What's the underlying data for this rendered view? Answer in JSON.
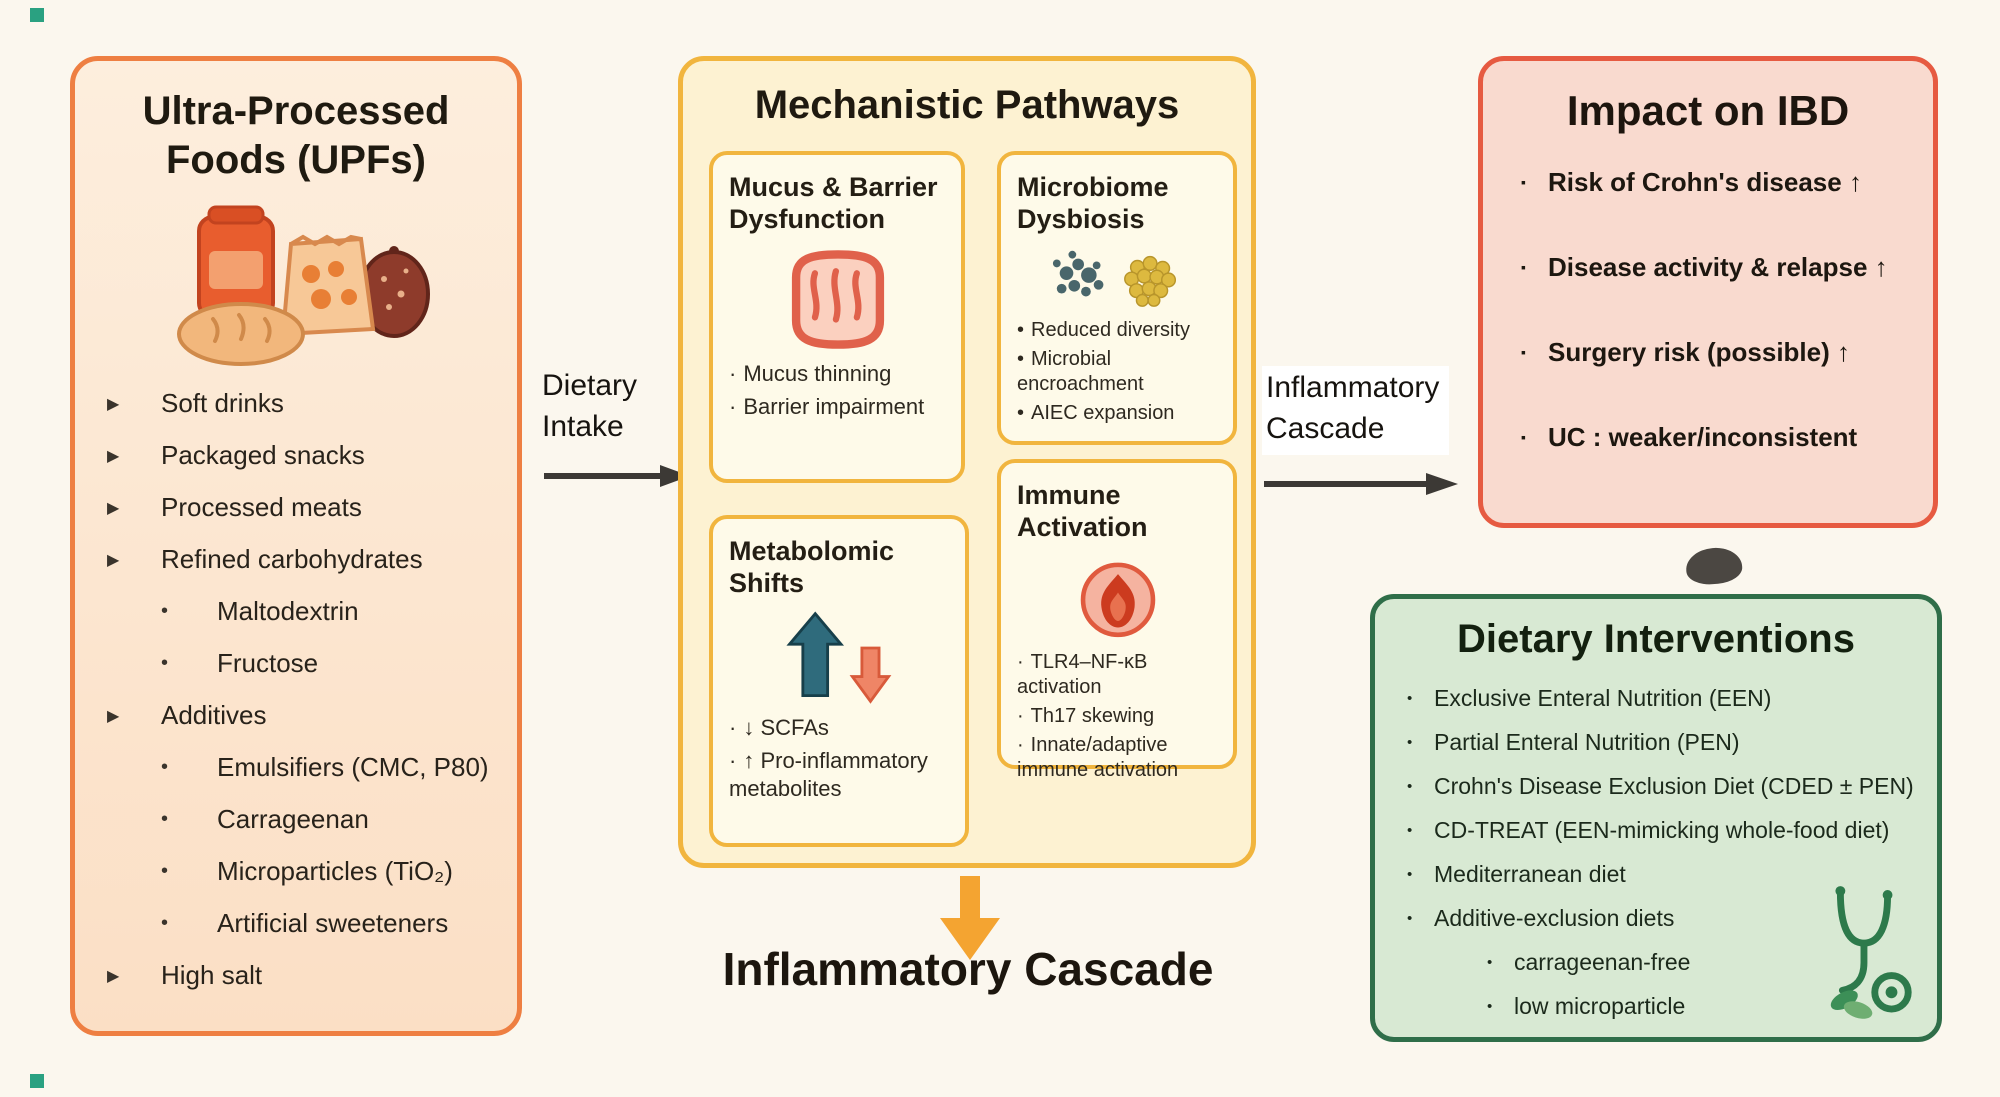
{
  "colors": {
    "background": "#fbf7ee",
    "upf_border": "#ee7f42",
    "upf_fill": "#fbe4cc",
    "mech_border": "#f1b53e",
    "mech_fill": "#fdf2d2",
    "impact_border": "#e65a41",
    "impact_fill": "#f9dacf",
    "diet_border": "#2f6e49",
    "diet_fill": "#d8e9d3",
    "connector_arrow": "#3c3935",
    "cascade_arrow": "#f4a431"
  },
  "bullets": {
    "arrow": "▶",
    "dot": "•",
    "middot": "·",
    "square": "▪"
  },
  "upf": {
    "title": "Ultra-Processed\nFoods (UPFs)",
    "items": [
      {
        "text": "Soft drinks",
        "level": 1
      },
      {
        "text": "Packaged snacks",
        "level": 1
      },
      {
        "text": "Processed meats",
        "level": 1
      },
      {
        "text": "Refined carbohydrates",
        "level": 1
      },
      {
        "text": "Maltodextrin",
        "level": 2
      },
      {
        "text": "Fructose",
        "level": 2
      },
      {
        "text": "Additives",
        "level": 1
      },
      {
        "text": "Emulsifiers (CMC, P80)",
        "level": 2
      },
      {
        "text": "Carrageenan",
        "level": 2
      },
      {
        "text": "Microparticles (TiO₂)",
        "level": 2
      },
      {
        "text": "Artificial sweeteners",
        "level": 2
      },
      {
        "text": "High salt",
        "level": 1
      }
    ]
  },
  "connectors": {
    "dietary_intake": "Dietary\nIntake",
    "inflammatory_cascade": "Inflammatory\nCascade"
  },
  "mech": {
    "title": "Mechanistic Pathways",
    "boxes": [
      {
        "title": "Mucus & Barrier\nDysfunction",
        "items": [
          "Mucus thinning",
          "Barrier impairment"
        ]
      },
      {
        "title": "Microbiome\nDysbiosis",
        "items": [
          "Reduced diversity",
          "Microbial encroachment",
          "AIEC expansion"
        ]
      },
      {
        "title": "Metabolomic\nShifts",
        "items": [
          "↓ SCFAs",
          "↑ Pro-inflammatory metabolites"
        ]
      },
      {
        "title": "Immune\nActivation",
        "items": [
          "TLR4–NF-κB activation",
          "Th17 skewing",
          "Innate/adaptive immune activation"
        ]
      }
    ],
    "cascade_label": "Inflammatory Cascade"
  },
  "impact": {
    "title": "Impact on IBD",
    "items": [
      "Risk of Crohn's disease ↑",
      "Disease activity & relapse ↑",
      "Surgery risk (possible) ↑",
      "UC : weaker/inconsistent"
    ]
  },
  "diet": {
    "title": "Dietary Interventions",
    "items": [
      {
        "text": "Exclusive Enteral Nutrition (EEN)",
        "level": 1
      },
      {
        "text": "Partial Enteral Nutrition (PEN)",
        "level": 1
      },
      {
        "text": "Crohn's Disease Exclusion Diet (CDED ± PEN)",
        "level": 1
      },
      {
        "text": "CD-TREAT (EEN-mimicking whole-food diet)",
        "level": 1
      },
      {
        "text": "Mediterranean diet",
        "level": 1
      },
      {
        "text": "Additive-exclusion diets",
        "level": 1
      },
      {
        "text": "carrageenan-free",
        "level": 2
      },
      {
        "text": "low microparticle",
        "level": 2
      }
    ]
  }
}
